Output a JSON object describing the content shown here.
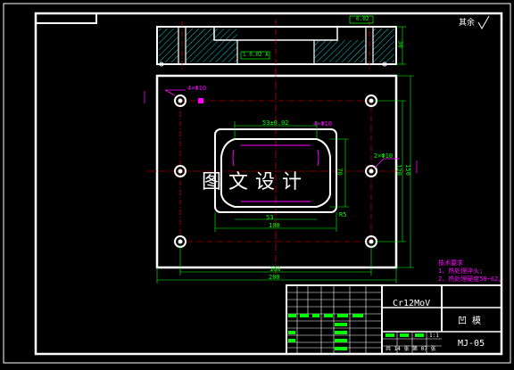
{
  "colors": {
    "background": "#000000",
    "outline": "#ffffff",
    "dimension": "#00ff00",
    "centerline": "#ff0000",
    "note": "#ff00ff",
    "hatch": "#00ffff",
    "title_text": "#ffffff"
  },
  "corner_note": "其余",
  "roughness_top": "0.02",
  "top_view": {
    "height_dim": "30",
    "callout": "1 0.02 A"
  },
  "plate": {
    "hole_note_left": "4×Φ10",
    "hole_note_right": "2×Φ10",
    "hole_note_center": "4×Φ10",
    "dim_width_inner": "53±0.02",
    "dim_pocket_width": "53",
    "dim_pocket_inner": "100",
    "dim_pocket_height": "70",
    "dim_corner": "R5",
    "dim_hole_span": "160",
    "dim_overall_width": "200",
    "dim_right_inner": "120",
    "dim_right_outer": "150"
  },
  "watermark": "图文设计",
  "tech_req": {
    "title": "技术要求",
    "items": [
      "1、热处理淬火;",
      "2、热处理硬度58~62。"
    ]
  },
  "title_block": {
    "material": "Cr12MoV",
    "part_name": "凹  模",
    "drawing_no": "MJ-05",
    "scale_label": "1:1",
    "sheet_info": "共 14 张  第 07 张"
  }
}
